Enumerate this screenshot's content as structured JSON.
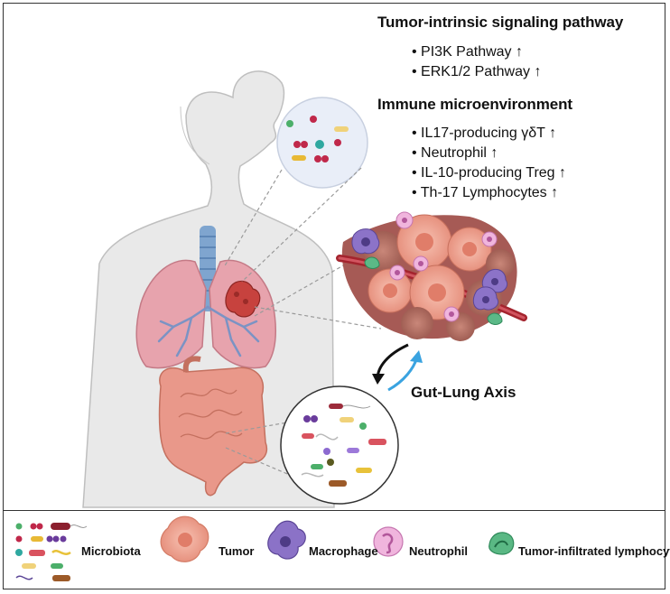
{
  "pathway": {
    "heading": "Tumor-intrinsic signaling pathway",
    "items": [
      "PI3K Pathway ↑",
      "ERK1/2 Pathway ↑"
    ]
  },
  "immune": {
    "heading": "Immune microenvironment",
    "items": [
      "IL17-producing γδT  ↑",
      "Neutrophil ↑",
      "IL-10-producing Treg ↑",
      "Th-17 Lymphocytes ↑"
    ]
  },
  "axis": {
    "label": "Gut-Lung Axis"
  },
  "legend": {
    "microbiota": "Microbiota",
    "tumor": "Tumor",
    "macrophage": "Macrophage",
    "neutrophil": "Neutrophil",
    "lymphocytes": "Tumor-infiltrated lymphocytes"
  },
  "colors": {
    "body": "#e8e8e8",
    "lung": "#e8a3ad",
    "tumor": "#f2a48f",
    "macrophage": "#8b72c7",
    "neutrophil": "#e9a9d6",
    "lymphocyte": "#5ab884",
    "arrow_blue": "#3aa3e0"
  }
}
